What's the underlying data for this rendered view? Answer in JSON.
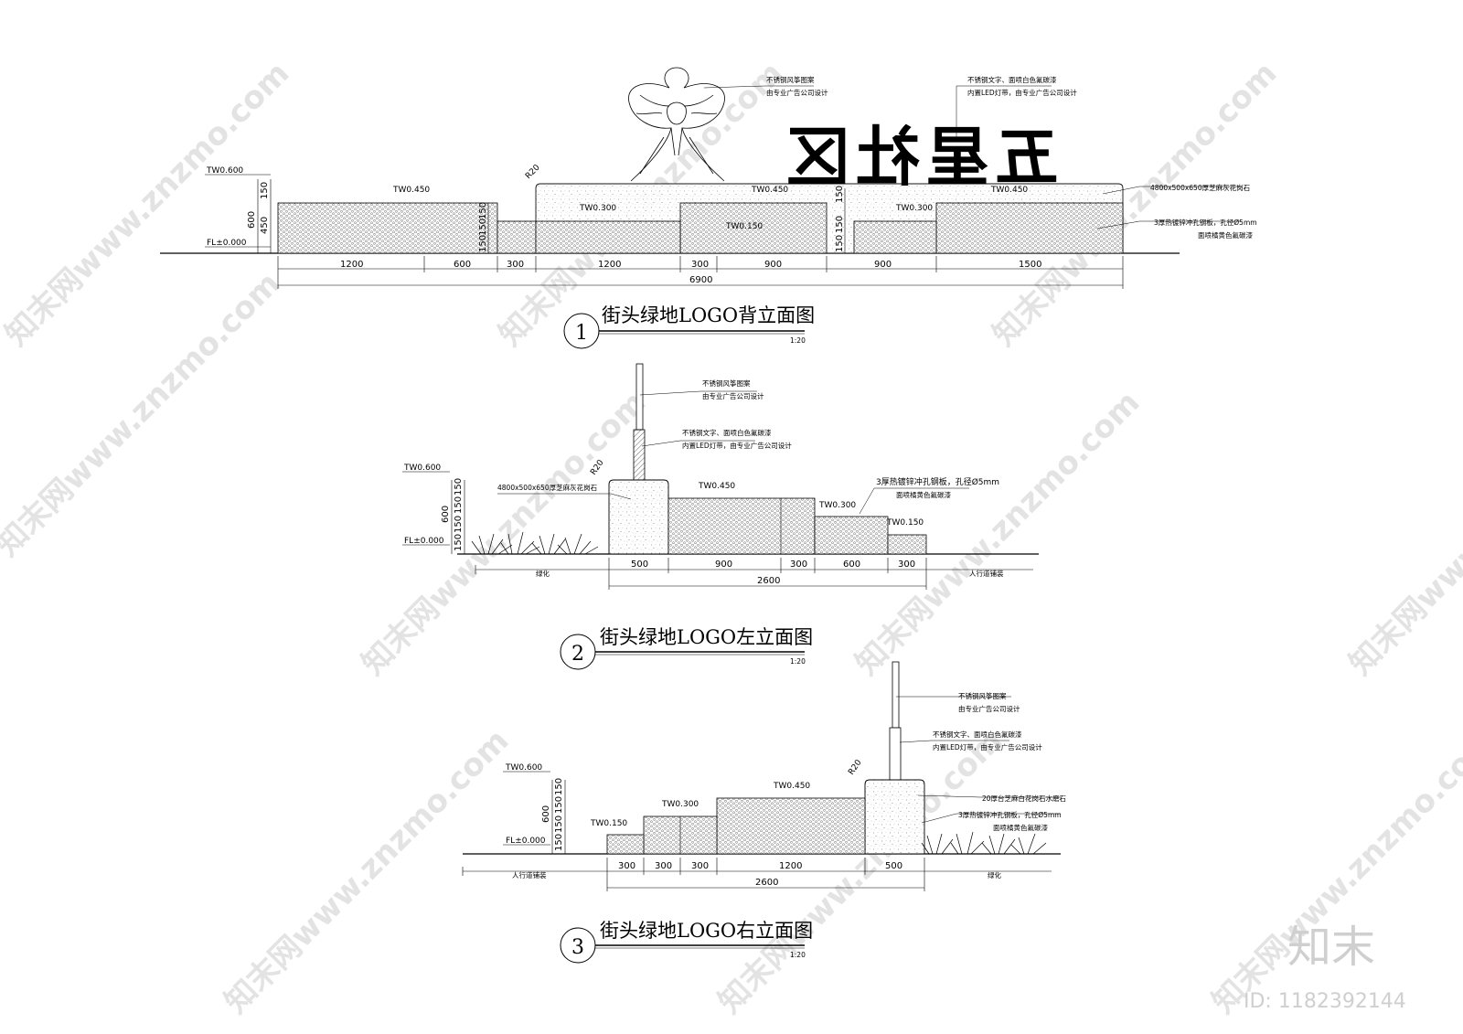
{
  "watermark": {
    "text": "知末网www.znzmo.com",
    "brand": "知末",
    "id": "ID: 1182392144"
  },
  "view1": {
    "num": "1",
    "title": "街头绿地LOGO背立面图",
    "scale": "1:20",
    "sign_text": "五星社区",
    "levels": [
      "TW0.600",
      "TW0.450",
      "TW0.300",
      "TW0.450",
      "TW0.150",
      "TW0.300",
      "TW0.450",
      "FL±0.000",
      "R20"
    ],
    "vdims": [
      "150",
      "450",
      "600",
      "150",
      "150",
      "150",
      "150",
      "150",
      "150"
    ],
    "hdims": [
      "1200",
      "600",
      "300",
      "1200",
      "300",
      "900",
      "900",
      "1500"
    ],
    "total": "6900",
    "notes": [
      "不锈钢风筝图案",
      "由专业广告公司设计",
      "不锈钢文字、面喷白色氟碳漆",
      "内置LED灯带，由专业广告公司设计",
      "4800x500x650厚芝麻灰花岗石",
      "3厚热镀锌冲孔钢板，孔径Ø5mm",
      "面喷橘黄色氟碳漆"
    ]
  },
  "view2": {
    "num": "2",
    "title": "街头绿地LOGO左立面图",
    "scale": "1:20",
    "levels": [
      "TW0.600",
      "FL±0.000",
      "TW0.450",
      "TW0.300",
      "TW0.150",
      "R20"
    ],
    "vdims": [
      "150",
      "150",
      "150",
      "150",
      "600"
    ],
    "hdims": [
      "500",
      "900",
      "300",
      "600",
      "300"
    ],
    "total": "2600",
    "side": [
      "绿化",
      "人行道铺装"
    ],
    "notes": [
      "不锈钢风筝图案",
      "由专业广告公司设计",
      "不锈钢文字、面喷白色氟碳漆",
      "内置LED灯带，由专业广告公司设计",
      "4800x500x650厚芝麻灰花岗石",
      "3厚热镀锌冲孔钢板，孔径Ø5mm",
      "面喷橘黄色氟碳漆"
    ]
  },
  "view3": {
    "num": "3",
    "title": "街头绿地LOGO右立面图",
    "scale": "1:20",
    "levels": [
      "TW0.600",
      "FL±0.000",
      "TW0.150",
      "TW0.300",
      "TW0.450",
      "R20"
    ],
    "vdims": [
      "150",
      "150",
      "150",
      "150",
      "600"
    ],
    "hdims": [
      "300",
      "300",
      "300",
      "1200",
      "500"
    ],
    "total": "2600",
    "side": [
      "人行道铺装",
      "绿化"
    ],
    "notes": [
      "不锈钢风筝图案",
      "由专业广告公司设计",
      "不锈钢文字、面喷白色氟碳漆",
      "内置LED灯带，由专业广告公司设计",
      "20厚台芝麻白花岗石水磨石",
      "3厚热镀锌冲孔钢板，孔径Ø5mm",
      "面喷橘黄色氟碳漆"
    ]
  }
}
